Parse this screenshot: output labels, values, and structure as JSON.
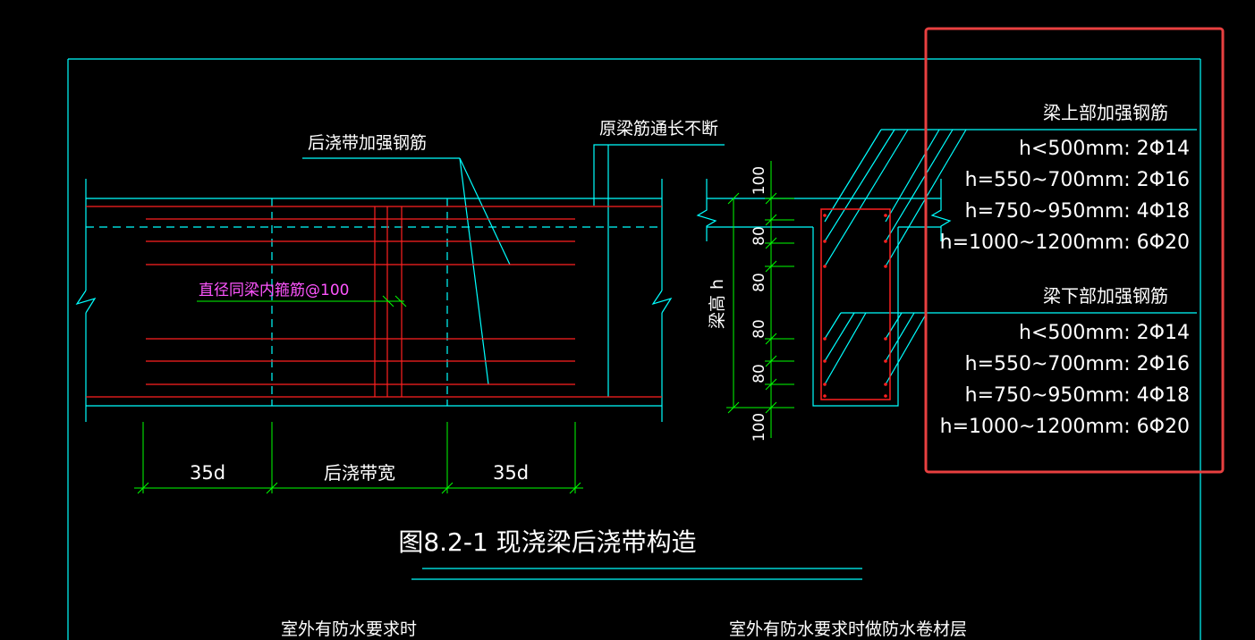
{
  "labels": {
    "post_pour_rebar": "后浇带加强钢筋",
    "original_rebar": "原梁筋通长不断",
    "stirrup_note": "直径同梁内箍筋@100",
    "dim_35d_left": "35d",
    "dim_band_width": "后浇带宽",
    "dim_35d_right": "35d",
    "beam_height": "梁高 h",
    "figure_title": "图8.2-1 现浇梁后浇带构造",
    "bottom_left": "室外有防水要求时",
    "bottom_right": "室外有防水要求时做防水卷材层"
  },
  "section_dims": [
    "100",
    "80",
    "80",
    "80",
    "80",
    "100"
  ],
  "upper_reinforcement": {
    "title": "梁上部加强钢筋",
    "rows": [
      "h<500mm: 2Φ14",
      "h=550~700mm: 2Φ16",
      "h=750~950mm: 4Φ18",
      "h=1000~1200mm: 6Φ20"
    ]
  },
  "lower_reinforcement": {
    "title": "梁下部加强钢筋",
    "rows": [
      "h<500mm: 2Φ14",
      "h=550~700mm: 2Φ16",
      "h=750~950mm: 4Φ18",
      "h=1000~1200mm: 6Φ20"
    ]
  },
  "colors": {
    "background": "#000000",
    "cyan": "#00ffff",
    "red": "#ff2020",
    "green": "#00ff00",
    "magenta": "#ff55ff",
    "white": "#ffffff",
    "highlight": "#e84040"
  }
}
